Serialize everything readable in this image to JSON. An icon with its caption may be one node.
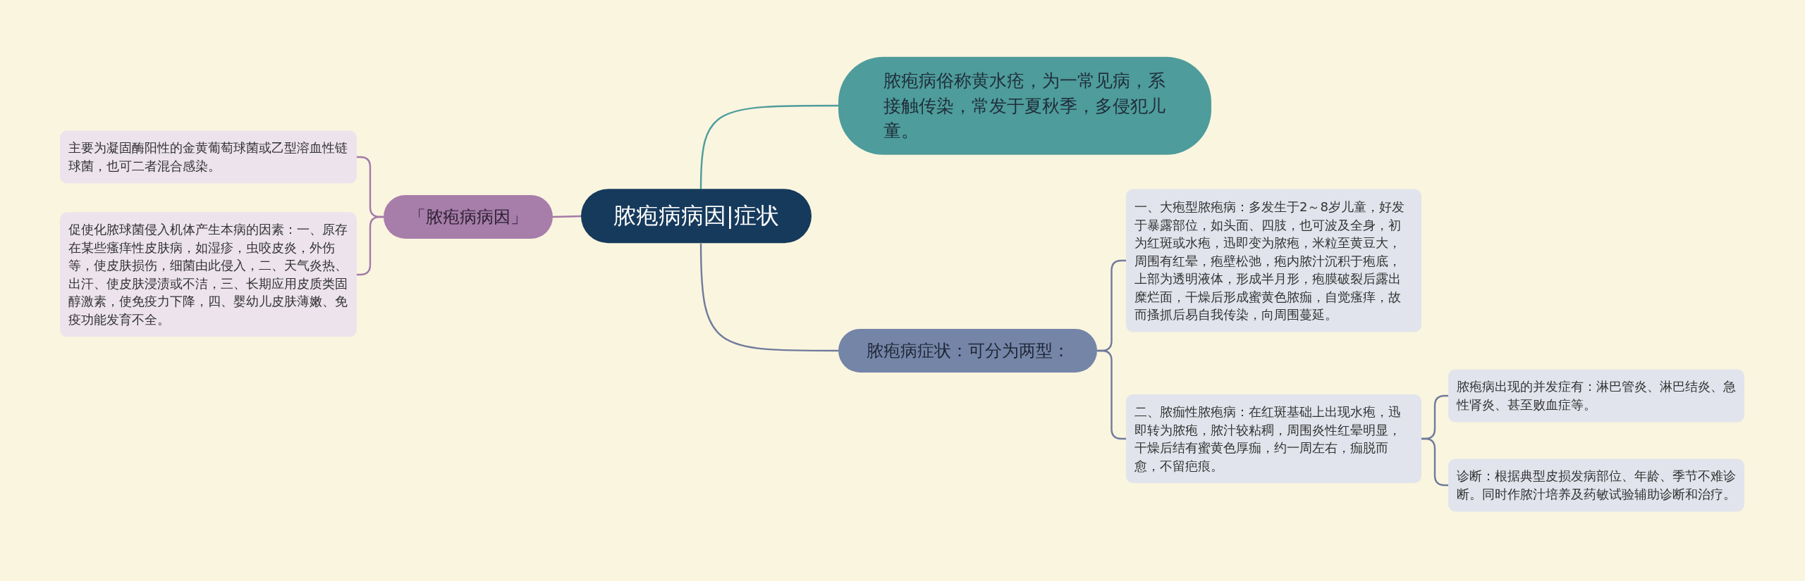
{
  "diagram": {
    "nodes": [
      {
        "text": [
          "脓疱病病因|症状"
        ]
      },
      {
        "text": [
          "脓疱病俗称黄水疮，为一常见病，系接触传染，常发于夏秋季，多侵犯儿童。"
        ]
      },
      {
        "text": [
          "「脓疱病病因」"
        ]
      },
      {
        "text": [
          "主要为凝固酶阳性的金黄葡萄球菌或乙型溶血性链球菌，也可二者混合感染。"
        ]
      },
      {
        "text": [
          "促使化脓球菌侵入机体产生本病的因素：一、原存在某些瘙痒性皮肤病，如湿疹，虫咬皮炎，外伤等，使皮肤损伤，细菌由此侵入，二、天气炎热、出汗、使皮肤浸渍或不洁，三、长期应用皮质类固醇激素，使免疫力下降，四、婴幼儿皮肤薄嫩、免疫功能发育不全。"
        ]
      },
      {
        "text": [
          "脓疱病症状：可分为两型："
        ]
      },
      {
        "text": [
          "一、大疱型脓疱病：多发生于2～8岁儿童，好发于暴露部位，如头面、四肢，也可波及全身，初为红斑或水疱，迅即变为脓疱，米粒至黄豆大，周围有红晕，疱壁松弛，疱内脓汁沉积于疱底，上部为透明液体，形成半月形，疱膜破裂后露出糜烂面，干燥后形成蜜黄色脓痂，自觉瘙痒，故而搔抓后易自我传染，向周围蔓延。"
        ]
      },
      {
        "text": [
          "二、脓痂性脓疱病：在红斑基础上出现水疱，迅即转为脓疱，脓汁较粘稠，周围炎性红晕明显，干燥后结有蜜黄色厚痂，约一周左右，痂脱而愈，不留疤痕。"
        ]
      },
      {
        "text": [
          "脓疱病出现的并发症有：淋巴管炎、淋巴结炎、急性肾炎、甚至败血症等。"
        ]
      },
      {
        "text": [
          "诊断：根据典型皮损发病部位、年龄、季节不难诊断。同时作脓汁培养及药敏试验辅助诊断和治疗。"
        ]
      }
    ],
    "edges": [
      {
        "from": 0,
        "to": 1,
        "arrow": "none",
        "color": "#4e9c9c"
      },
      {
        "from": 0,
        "to": 2,
        "arrow": "none",
        "color": "#a47aa8"
      },
      {
        "from": 2,
        "to": 3,
        "arrow": "none",
        "color": "#a47aa8"
      },
      {
        "from": 2,
        "to": 4,
        "arrow": "none",
        "color": "#a47aa8"
      },
      {
        "from": 0,
        "to": 5,
        "arrow": "none"
      },
      {
        "from": 5,
        "to": 6,
        "arrow": "none"
      },
      {
        "from": 5,
        "to": 7,
        "arrow": "none"
      },
      {
        "from": 7,
        "to": 8,
        "arrow": "none"
      },
      {
        "from": 7,
        "to": 9,
        "arrow": "none"
      }
    ]
  }
}
